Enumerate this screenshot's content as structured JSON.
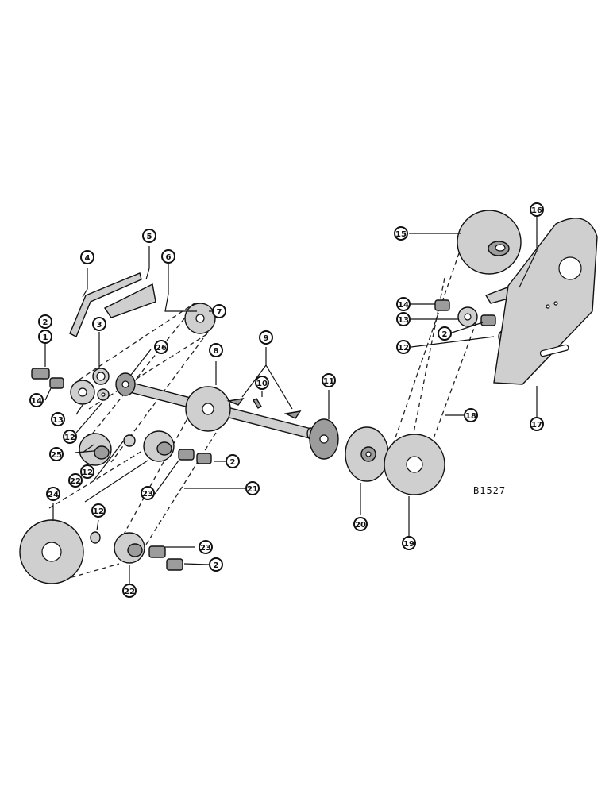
{
  "figure_ref": "B1527",
  "callouts": [
    "1",
    "2",
    "3",
    "4",
    "5",
    "6",
    "7",
    "8",
    "9",
    "10",
    "11",
    "12",
    "13",
    "14",
    "15",
    "16",
    "17",
    "18",
    "19",
    "20",
    "21",
    "22",
    "23",
    "24",
    "25",
    "26"
  ],
  "colors": {
    "ink": "#111111",
    "shading": "#cfcfcf",
    "paper": "#ffffff"
  }
}
